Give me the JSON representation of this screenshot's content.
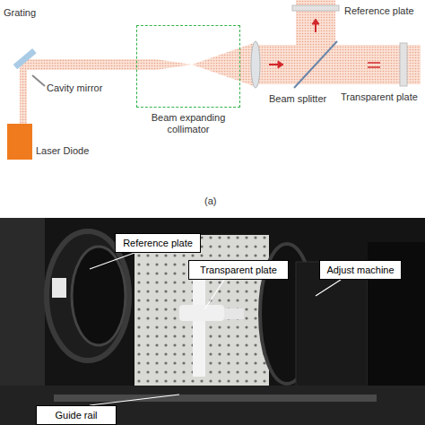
{
  "diagram": {
    "nodes": [
      {
        "text": [
          "Laser Diode"
        ]
      },
      {
        "text": [
          "Beam expanding collimator"
        ]
      },
      {
        "text": [
          "Reference plate"
        ]
      },
      {
        "text": [
          "Transparent plate"
        ]
      },
      {
        "text": [
          "Adjust machine"
        ]
      },
      {
        "text": [
          "Guide rail"
        ]
      }
    ],
    "labels": [
      "Grating",
      "Cavity mirror",
      "Beam splitter",
      "Reference plate",
      "Transparent plate",
      "(a)"
    ]
  }
}
